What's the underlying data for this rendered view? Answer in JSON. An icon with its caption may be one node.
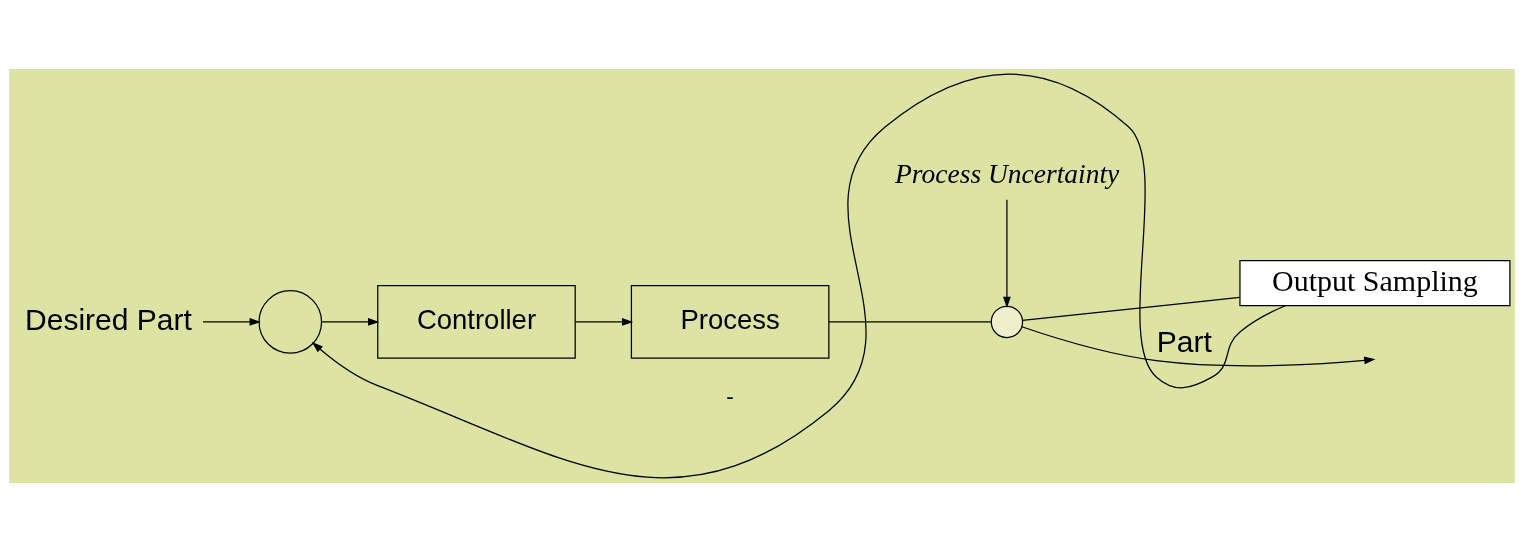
{
  "diagram": {
    "nodes": [
      {
        "text": [
          "Desired Part"
        ]
      },
      {
        "text": [],
        "shape": "circle"
      },
      {
        "text": [
          "Controller"
        ]
      },
      {
        "text": [
          "Process"
        ]
      },
      {
        "text": [
          "Process Uncertainty"
        ]
      },
      {
        "text": [],
        "shape": "circle"
      },
      {
        "text": [
          "Output Sampling"
        ]
      }
    ],
    "edges": [
      {
        "from": 0,
        "to": 1,
        "arrow": "to"
      },
      {
        "from": 1,
        "to": 2,
        "arrow": "to"
      },
      {
        "from": 2,
        "to": 3,
        "arrow": "to"
      },
      {
        "from": 3,
        "to": 5,
        "arrow": "none"
      },
      {
        "from": 4,
        "to": 5,
        "arrow": "to"
      },
      {
        "from": 5,
        "to": null,
        "arrow": "to",
        "label": "Part"
      },
      {
        "from": 5,
        "to": 6,
        "arrow": "none"
      },
      {
        "from": 6,
        "to": 1,
        "arrow": "to",
        "label": "-"
      }
    ]
  }
}
